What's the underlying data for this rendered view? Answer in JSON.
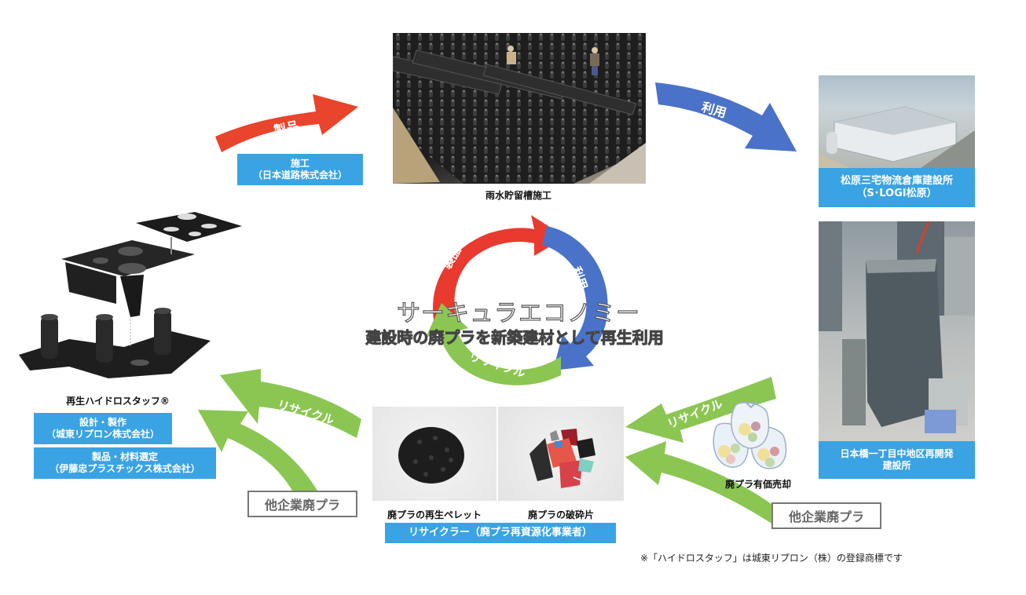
{
  "colors": {
    "product_red": "#e8452c",
    "use_blue": "#4a72c8",
    "recycle_green": "#8bc652",
    "label_blue": "#3aa3e3",
    "cycle_red": "#e83a2e"
  },
  "top_flow": {
    "product_arrow_label": "製品",
    "construction_box": {
      "line1": "施工",
      "line2": "（日本道路株式会社）"
    },
    "storage_photo_caption": "雨水貯留槽施工",
    "use_arrow_label": "利用"
  },
  "sites": {
    "matsubara": {
      "line1": "松原三宅物流倉庫建設所",
      "line2": "（S･LOGI松原）"
    },
    "nihonbashi": {
      "line1": "日本橋一丁目中地区再開発",
      "line2": "建設所"
    }
  },
  "product": {
    "name": "再生ハイドロスタッフ®",
    "design_box": {
      "line1": "設計・製作",
      "line2": "（城東リプロン株式会社）"
    },
    "material_box": {
      "line1": "製品・材料選定",
      "line2": "（伊藤忠プラスチックス株式会社）"
    }
  },
  "cycle": {
    "title": "サーキュラエコノミー",
    "subtitle": "建設時の廃プラを新築建材として再生利用",
    "segments": [
      "製品",
      "利用",
      "リサイクル"
    ]
  },
  "recycler": {
    "pellet_caption": "廃プラの再生ペレット",
    "fragment_caption": "廃プラの破砕片",
    "box_label": "リサイクラー（廃プラ再資源化事業者）"
  },
  "recycle_flows": {
    "left_arrow_label": "リサイクル",
    "right_arrow_label": "リサイクル",
    "other_waste_left": "他企業廃プラ",
    "other_waste_right": "他企業廃プラ",
    "sale_caption": "廃プラ有価売却"
  },
  "footnote": "※「ハイドロスタッフ」は城東リプロン（株）の登録商標です"
}
